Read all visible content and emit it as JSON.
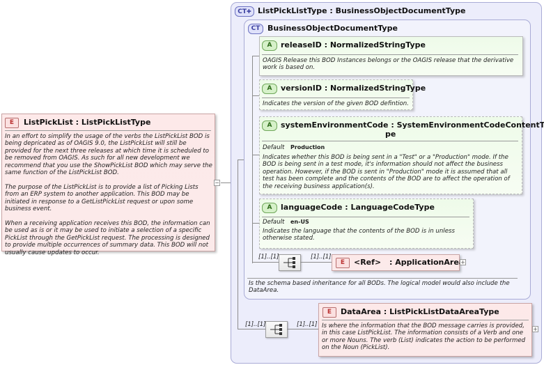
{
  "list_pick_list": {
    "badge": "E",
    "title": "ListPickList : ListPickListType",
    "description": "In an effort to simplify the usage of the verbs the ListPickList BOD is being depricated as of OAGIS 9.0, the ListPickList will still be provided for the next three releases at which time it is scheduled to be removed from OAGIS.  As such for all new development we recommend that you use the ShowPickList BOD which may serve the same function of the ListPickList BOD.\n\nThe purpose of the ListPickList is to provide a list of Picking Lists from an ERP system to another application.  This BOD may be initiated in response to a GetListPickList request or upon some business event.\n\nWhen a receiving application receives this BOD, the information can be used as is or it may be used to initiate a selection of a specific PickList through the GetPickList request.  The processing is designed to provide multiple occurrences of summary data.  This BOD will not usually cause updates to occur."
  },
  "outer_type": {
    "badge": "CT",
    "title": "ListPickListType : BusinessObjectDocumentType"
  },
  "bod_type": {
    "badge": "CT",
    "title": "BusinessObjectDocumentType",
    "description": "Is the schema based inheritance for all BODs. The logical model would also include the DataArea."
  },
  "attributes": [
    {
      "badge": "A",
      "title": "releaseID : NormalizedStringType",
      "description": "OAGIS Release this BOD Instances belongs or the OAGIS release that the derivative work is based on."
    },
    {
      "badge": "A",
      "title": "versionID : NormalizedStringType",
      "description": "Indicates the version of the given BOD defintion."
    },
    {
      "badge": "A",
      "title_line1": "systemEnvironmentCode : SystemEnvironmentCodeContentTy",
      "title_line2": "pe",
      "default_label": "Default",
      "default_value": "Production",
      "description": "Indicates whether this BOD is being sent in a \"Test\" or a \"Production\" mode. If the BOD is being sent in a test mode, it's information should not affect the business operation. However, if the BOD is sent in \"Production\" mode it is assumed that all test has been complete and the contents of the BOD are to affect the operation of the receiving business application(s)."
    },
    {
      "badge": "A",
      "title": "languageCode : LanguageCodeType",
      "default_label": "Default",
      "default_value": "en-US",
      "description": "Indicates the language that the contents of the BOD is in unless otherwise stated."
    }
  ],
  "application_area": {
    "seq_cardinality": "[1]..[1]",
    "cardinality": "[1]..[1]",
    "badge": "E",
    "ref_label": "<Ref>",
    "title": ": ApplicationArea"
  },
  "data_area": {
    "seq_cardinality": "[1]..[1]",
    "cardinality": "[1]..[1]",
    "badge": "E",
    "title": "DataArea : ListPickListDataAreaType",
    "description": "Is where the information that the BOD message carries is provided, in this case ListPickList. The information consists of a Verb and one or more Nouns. The verb (List) indicates the action to be performed on the Noun (PickList)."
  }
}
